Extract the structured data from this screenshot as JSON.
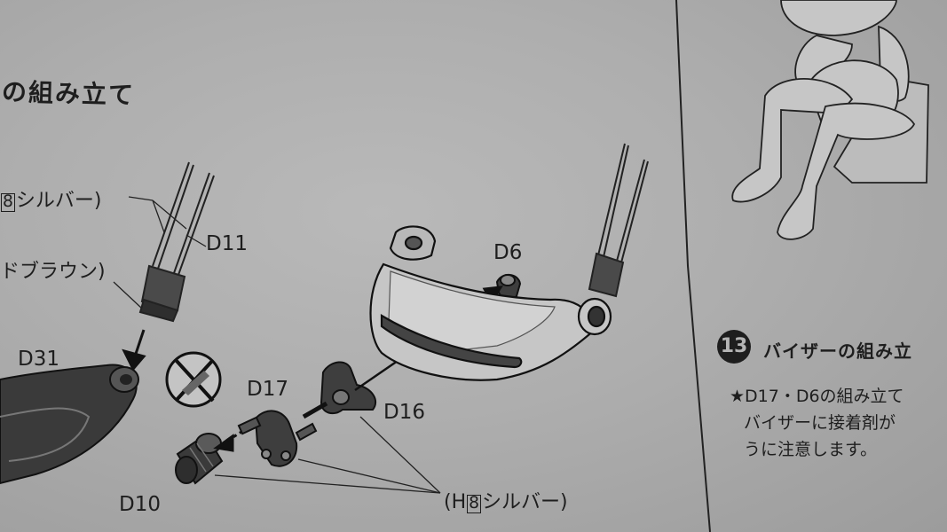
{
  "heading": "の組み立て",
  "labels": {
    "d11": "D11",
    "d31": "D31",
    "d17": "D17",
    "d16": "D16",
    "d6": "D6",
    "d10": "D10"
  },
  "callouts": {
    "silver_top_box": "8",
    "silver_top_text": "シルバー)",
    "brown_text": "ドブラウン)",
    "silver_bottom_prefix": "(H",
    "silver_bottom_box": "8",
    "silver_bottom_text": "シルバー)"
  },
  "section13": {
    "number": "13",
    "title": "バイザーの組み立",
    "note_line1": "★D17・D6の組み立て",
    "note_line2": "バイザーに接着剤が",
    "note_line3": "うに注意します。"
  },
  "icons": {
    "prohibited": "no-glue-prohibited-icon",
    "figure": "seated-figure-illustration"
  }
}
